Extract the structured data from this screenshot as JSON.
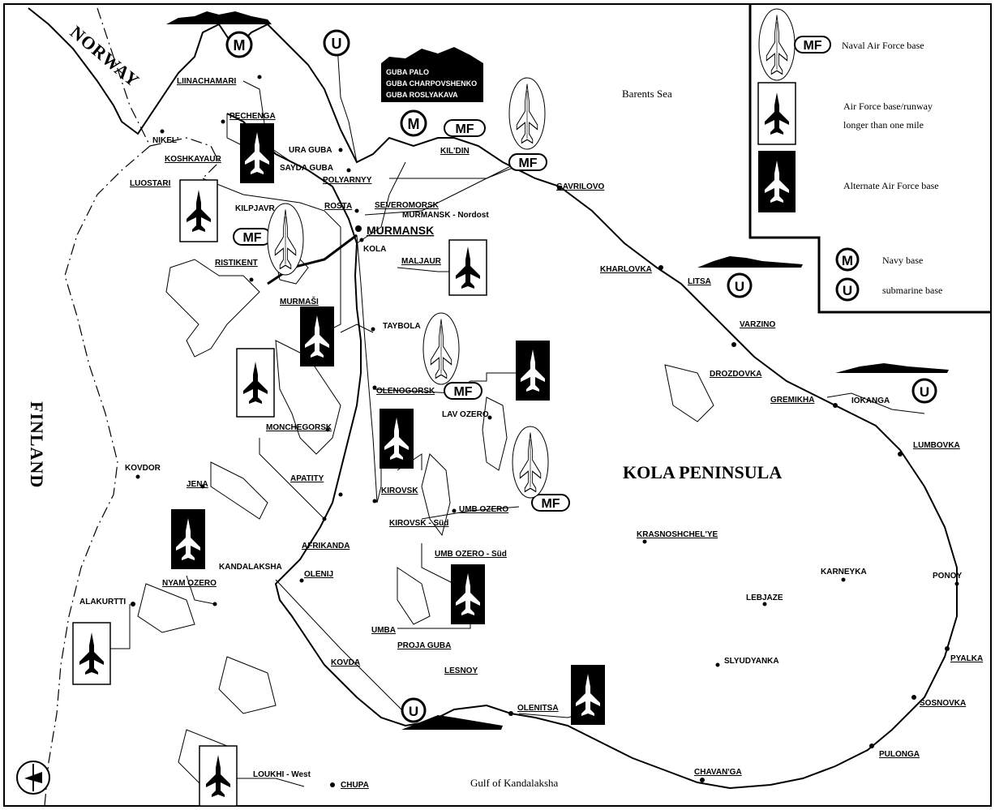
{
  "map": {
    "countries": {
      "norway": "NORWAY",
      "finland": "FINLAND"
    },
    "region": "KOLA PENINSULA",
    "seas": {
      "barents": "Barents Sea",
      "kandalaksha": "Gulf of Kandalaksha"
    },
    "places": {
      "liinachamari": "LIINACHAMARI",
      "pechenga": "PECHENGA",
      "nikel": "NIKEL'",
      "koshkayaur": "KOSHKAYAUR",
      "luostari": "LUOSTARI",
      "kilpjavr": "KILPJAVR",
      "ura_guba": "URA GUBA",
      "sayda_guba": "SAYDA GUBA",
      "polyarnyy": "POLYARNYY",
      "rosta": "ROSTA",
      "severomorsk": "SEVEROMORSK",
      "murmansk": "MURMANSK",
      "murmansk_nordost": "MURMANSK - Nordost",
      "kola": "KOLA",
      "ristikent": "RISTIKENT",
      "murmasi": "MURMAŠI",
      "maljaur": "MALJAUR",
      "kildin": "KIL'DIN",
      "gavrilovo": "GAVRILOVO",
      "kharlovka": "KHARLOVKA",
      "litsa": "LITSA",
      "varzino": "VARZINO",
      "drozdovka": "DROZDOVKA",
      "gremikha": "GREMIKHA",
      "iokanga": "IOKANGA",
      "lumbovka": "LUMBOVKA",
      "taybola": "TAYBOLA",
      "olenogorsk": "OLENOGORSK",
      "lav_ozero": "LAV OZERO",
      "monchegorsk": "MONCHEGORSK",
      "apatity": "APATITY",
      "kirovsk": "KIROVSK",
      "kirovsk_sud": "KIROVSK - Süd",
      "umb_ozero": "UMB OZERO",
      "umb_ozero_sud": "UMB OZERO - Süd",
      "kovdor": "KOVDOR",
      "jena": "JENA",
      "afrikanda": "AFRIKANDA",
      "kandalaksha": "KANDALAKSHA",
      "olenij": "OLENIJ",
      "nyam_ozero": "NYAM OZERO",
      "alakurtti": "ALAKURTTI",
      "umba": "UMBA",
      "proja_guba": "PROJA GUBA",
      "lesnoy": "LESNOY",
      "kovda": "KOVDA",
      "olenitsa": "OLENITSA",
      "krasnoshchelye": "KRASNOSHCHEL'YE",
      "karneyka": "KARNEYKA",
      "lebjaze": "LEBJAZE",
      "ponoy": "PONOY",
      "slyudyanka": "SLYUDYANKA",
      "pyalka": "PYALKA",
      "sosnovka": "SOSNOVKA",
      "pulonga": "PULONGA",
      "chavanga": "CHAVAN'GA",
      "loukhi_west": "LOUKHI - West",
      "chupa": "CHUPA"
    },
    "guba_box": [
      "GUBA PALO",
      "GUBA CHARPOVSHENKO",
      "GUBA ROSLYAKAVA"
    ],
    "symbols": {
      "navy": "M",
      "sub": "U",
      "naval_air": "MF"
    }
  },
  "legend": {
    "naval_air_force_base": "Naval Air Force base",
    "air_force_base_1": "Air Force base/runway",
    "air_force_base_2": "longer than one mile",
    "alternate_air_force_base": "Alternate Air Force base",
    "navy_base": "Navy base",
    "submarine_base": "submarine base",
    "mf": "MF",
    "m": "M",
    "u": "U"
  }
}
